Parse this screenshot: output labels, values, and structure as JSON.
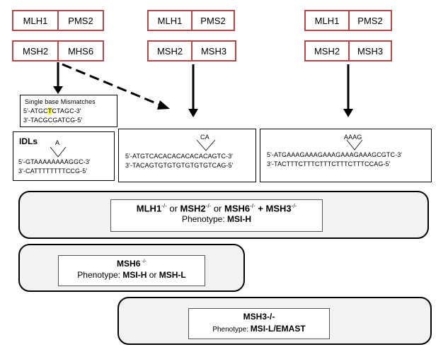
{
  "protein_pairs": [
    {
      "left": "MLH1",
      "right": "PMS2"
    },
    {
      "left": "MSH2",
      "right": "MHS6"
    },
    {
      "left": "MLH1",
      "right": "PMS2"
    },
    {
      "left": "MSH2",
      "right": "MSH3"
    },
    {
      "left": "MLH1",
      "right": "PMS2"
    },
    {
      "left": "MSH2",
      "right": "MSH3"
    }
  ],
  "mismatch": {
    "title": "Single base Mismatches",
    "top_pre": "5'-ATGC",
    "top_mid": "T",
    "top_post": "CTAGC-3'",
    "bottom": "3'-TACGCGATCG-5'"
  },
  "idl": {
    "title": "IDLs",
    "insert": "A",
    "top": "5'-GTAAAAAAAAGGC-3'",
    "bottom": "3'-CATTTTTTTTCCG-5'"
  },
  "ca_repeat": {
    "insert": "CA",
    "top": "5'-ATGTCACACACACACACAGTC-3'",
    "bottom": "3'-TACAGTGTGTGTGTGTGTCAG-5'"
  },
  "aaag_repeat": {
    "insert": "AAAG",
    "top": "5'-ATGAAAGAAAGAAAGAAAGAAAGCGTC-3'",
    "bottom": "3'-TACTTTCTTTCTTTCTTTCTTTCCAG-5'"
  },
  "phenotypes": [
    {
      "genes": [
        "MLH1",
        "-/-",
        " or ",
        "MSH2",
        "-/-",
        " or ",
        "MSH6",
        "-/-",
        " + ",
        "MSH3",
        "-/-"
      ],
      "label": "Phenotype: ",
      "value": "MSI-H"
    },
    {
      "gene": "MSH6",
      "sup": " -/-",
      "label": "Phenotype: ",
      "value_a": "MSI-H",
      "or": " or ",
      "value_b": "MSH-L"
    },
    {
      "gene": "MSH3-/-",
      "label": "Phenotype: ",
      "value": "MSI-L/EMAST"
    }
  ]
}
